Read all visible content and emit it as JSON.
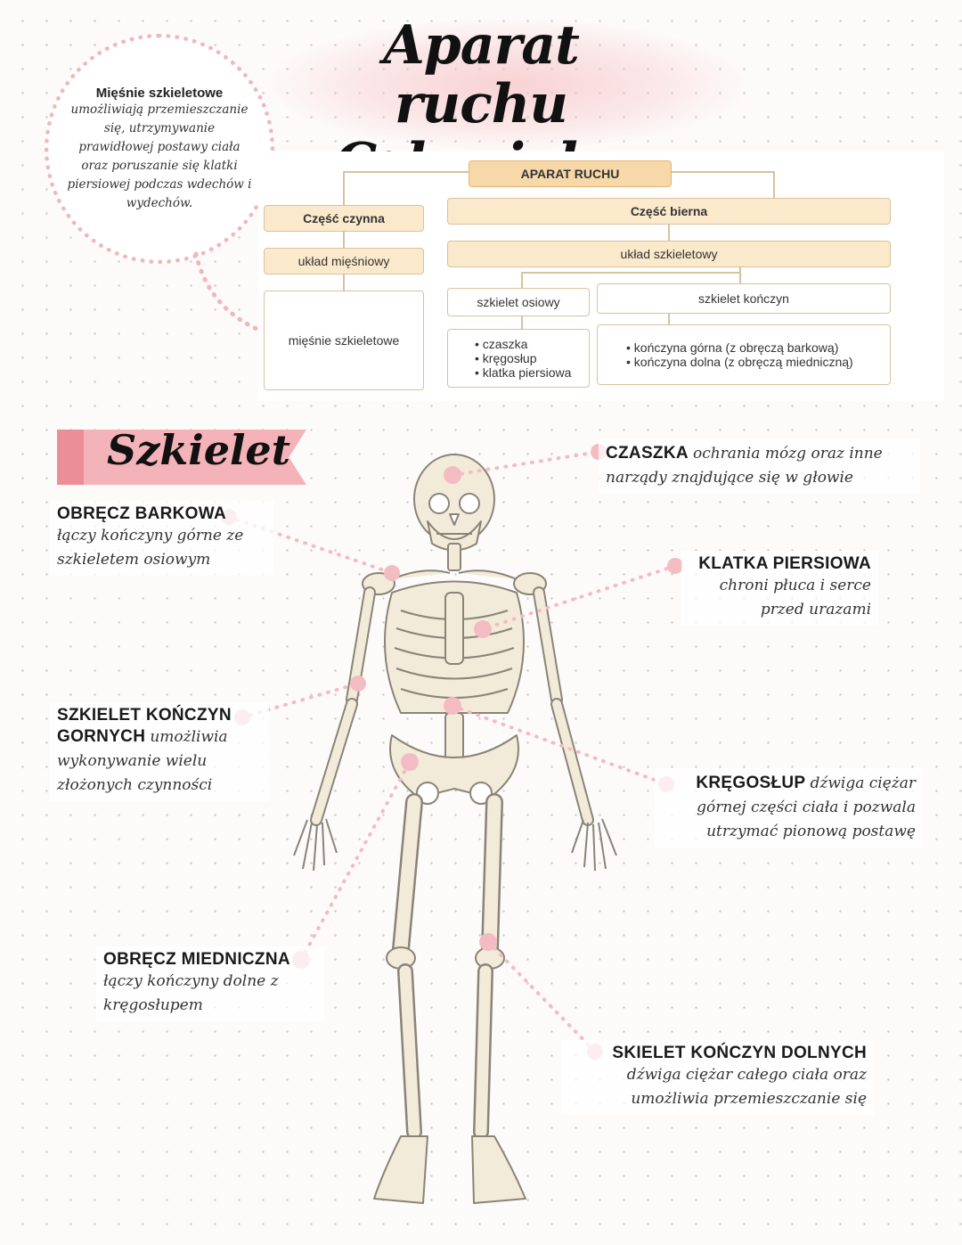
{
  "title": {
    "line1": "Aparat ruchu",
    "line2": "Człowieka"
  },
  "note": {
    "heading": "Mięśnie szkieletowe",
    "text": "umożliwiają przemieszczanie się, utrzymywanie prawidłowej postawy ciała oraz poruszanie się klatki piersiowej podczas wdechów i wydechów."
  },
  "chart": {
    "root": "APARAT RUCHU",
    "active": "Część czynna",
    "passive": "Część bierna",
    "muscle_system": "układ mięśniowy",
    "skeletal_system": "układ szkieletowy",
    "muscles": "mięśnie szkieletowe",
    "axial": "szkielet osiowy",
    "limbs": "szkielet kończyn",
    "axial_items": [
      "czaszka",
      "kręgosłup",
      "klatka piersiowa"
    ],
    "limb_items": [
      "kończyna górna (z obręczą barkową)",
      "kończyna dolna (z obręczą miedniczną)"
    ]
  },
  "section_title": "Szkielet",
  "labels": {
    "skull": {
      "heading": "CZASZKA",
      "text": "ochrania mózg oraz inne narządy znajdujące się w głowie"
    },
    "shoulder": {
      "heading": "OBRĘCZ BARKOWA",
      "text": "łączy kończyny górne ze szkieletem osiowym"
    },
    "ribcage": {
      "heading": "KLATKA PIERSIOWA",
      "text1": "chroni płuca i serce",
      "text2": "przed urazami"
    },
    "upper_limbs": {
      "heading1": "SZKIELET KOŃCZYN",
      "heading2": "GORNYCH",
      "text1": "umożliwia",
      "text2": "wykonywanie wielu",
      "text3": "złożonych czynności"
    },
    "spine": {
      "heading": "KRĘGOSŁUP",
      "text1": "dźwiga ciężar",
      "text2": "górnej części ciała i pozwala",
      "text3": "utrzymać pionową postawę"
    },
    "pelvis": {
      "heading": "OBRĘCZ MIEDNICZNA",
      "text": "łączy kończyny dolne z kręgosłupem"
    },
    "lower_limbs": {
      "heading": "SKIELET KOŃCZYN DOLNYCH",
      "text1": "dźwiga ciężar całego ciała oraz",
      "text2": "umożliwia przemieszczanie się"
    }
  },
  "colors": {
    "pink": "#f4b3b9",
    "dot": "#f3bcc2",
    "bone": "#f3ebda",
    "bone_stroke": "#8a8478"
  }
}
